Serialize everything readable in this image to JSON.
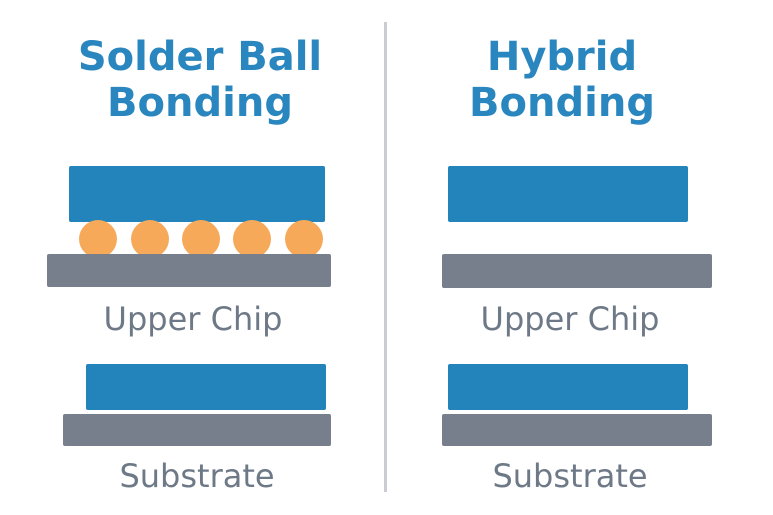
{
  "left": {
    "title_line1": "Solder Ball",
    "title_line2": "Bonding",
    "label_upper": "Upper Chip",
    "label_substrate": "Substrate"
  },
  "right": {
    "title_line1": "Hybrid",
    "title_line2": "Bonding",
    "label_upper": "Upper Chip",
    "label_substrate": "Substrate"
  },
  "colors": {
    "title": "#2a86bf",
    "chip": "#2383bb",
    "substrate": "#767f8b",
    "solder_ball": "#f7a95a",
    "label": "#6e7987",
    "divider": "#c9ccd0"
  }
}
